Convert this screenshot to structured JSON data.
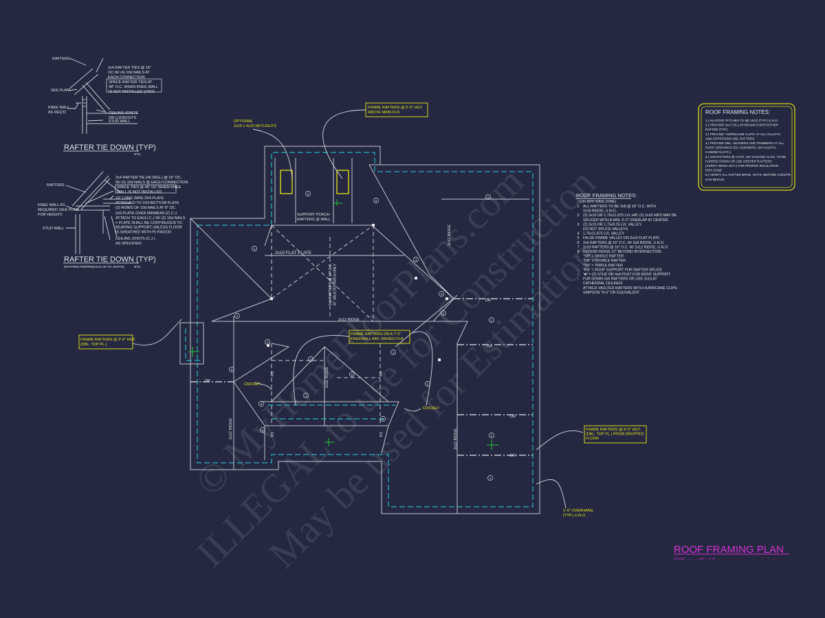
{
  "watermark": [
    "© MyHomeFloorPlans.com",
    "ILLEGAL to use for Construction",
    "May be used for Estimation"
  ],
  "detail_1": {
    "title": "RAFTER TIE DOWN (TYP)",
    "scale": "NTS.",
    "rafters": [
      "RAFTERS"
    ],
    "ties": [
      "2x4 RAFTER TIES @ 16\"",
      "OC W/ (4) 10d NAILS AT",
      "EACH CONNECTION"
    ],
    "boxed": [
      "SPACE RAFTER TIES AT",
      "48\" O.C. WHEN KNEE WALL",
      "IS NOT INSTALLED (UNO)"
    ],
    "see_plan": [
      "SEE PLAN"
    ],
    "knee_wall": [
      "KNEE WALL",
      "AS REQ'D"
    ],
    "ceiling": [
      "CEILING JOISTS",
      "OR LOOKOUTS"
    ],
    "stud_wall": [
      "STUD WALL"
    ]
  },
  "detail_2": {
    "title": "RAFTER TIE DOWN (TYP)",
    "subtitle": "(RAFTERS PERPENDICULAR TO JOISTS)",
    "scale": "NTS.",
    "rafters": [
      "RAFTERS"
    ],
    "ties": [
      "2x4 RAFTER TIE (45 DEG.) @ 16\" OC.",
      "W/ (4) 10d NAILS @ EACH CONNECTION"
    ],
    "boxed": [
      "SPACE TIES @ 48\" OC WHEN KNEE",
      "WALL IS NOT INSTALLED."
    ],
    "plate": [
      "16\" LONG (MIN) 2X4 PLATE",
      "ATTACHED TO 2X4 BOTTOM PLATE",
      "(2) ROWS OF 10d NAILS AT 8\" OC."
    ],
    "plate2": [
      "2x6 PLATE OVER MINIMUM (2) C.J.",
      "ATTACH TO EACH C.J W/ (2) 16d NAILS",
      "= PLATE SHALL BE CONTINUOUS TO",
      "BEARING SUPPORT UNLESS FLOOR",
      "IS SHEATHED WITH PLYWOOD."
    ],
    "ceiling": [
      "CEILING JOISTS (C.J.)",
      "AS SPECIFIED"
    ],
    "knee_wall": [
      "KNEE WALL AS",
      "REQUIRED (SEE PLAN",
      "FOR HEIGHT)"
    ],
    "stud_wall": [
      "STUD WALL"
    ]
  },
  "notes_box": {
    "title": "ROOF FRAMING NOTES:",
    "lines": [
      "1.) ALLROOF PITCHES TO BE 10/12 (TYP.) U.N.O.",
      "2.) PROVIDE 2x4 COLLAR BEAMS EVERYOTHER",
      "     RAFTER (TYP.)",
      "3.) PROVIDE 'HURRICANE CLIPS' AT ALL VALLEYS",
      "     AND OPPPOSING DBL RAFTERS",
      "4.) PROVIDE DBL. HEADERS AND TRIMMERS AT ALL",
      "     ROOF OPENINGS (EX: DORMERS, SKYLIGHTS,",
      "     CHIMNEYS,ETC.)",
      "5.) 2x8 RAFTERS @ CATH. OR VAULTED CLGS. TO BE",
      "     FURRED DOWN OR USE DEEPER RAFTERS",
      "     (VERIFY BRNG.HGT.) FOR PROPER INSULATION",
      "     PER CODE",
      "6.) VERIFY ALL RAFTER BRNG. HGTS. BEFORE CONSTR.",
      "     HAS BEGUN"
    ]
  },
  "notes_list": {
    "title": "ROOF FRAMING NOTES:",
    "zone": "(100 MPH WIND ZONE)",
    "items": [
      {
        "marker": "1",
        "lines": [
          "ALL RAFTERS TO BE 2x8 @ 16\" O.C. WITH",
          "2x10 RIDGE, U.N.O."
        ]
      },
      {
        "marker": "2",
        "lines": [
          "(2) 2x10 OR 1.75x11.875 LVL HIP, (2) 2x10 HIPS MAY BE",
          "SPLICED WITH A MIN. 6'-0\" OVERLAP AT CENTER"
        ]
      },
      {
        "marker": "3",
        "lines": [
          "(2) 2x10 OR 1.75x9.25 LVL VALLEY.",
          "DO NOT SPLICE VALLEYS"
        ]
      },
      {
        "marker": "4",
        "lines": [
          "1.75x11.875 LVL VALLEY"
        ]
      },
      {
        "marker": "5",
        "lines": [
          "FALSE FRAME VALLEY ON 2x10 FLAT PLATE"
        ]
      },
      {
        "marker": "6",
        "lines": [
          "2x6 RAFTERS @ 16\" O.C. W/ 2x8 RIDGE, U.N.O."
        ]
      },
      {
        "marker": "7",
        "lines": [
          "2x10 RAFTERS @ 16\" O.C. W/ 2x12 RIDGE, U.N.O."
        ]
      },
      {
        "marker": "8",
        "lines": [
          "EXTEND RIDGE 12\" BEYOND INTERSECTION"
        ]
      },
      {
        "marker": "-",
        "lines": [
          "\"SR\" = SINGLE RAFTER"
        ]
      },
      {
        "marker": "-",
        "lines": [
          "\"DR\" = DOUBLE RAFTER"
        ]
      },
      {
        "marker": "-",
        "lines": [
          "\"TR\" = TRIPLE RAFTER"
        ]
      },
      {
        "marker": "-",
        "lines": [
          "\"RS\" = ROOF SUPPORT FOR RAFTER SPLICE"
        ]
      },
      {
        "marker": "-",
        "lines": [
          "\"■\" = (2) STUD OR 4x4 POST FOR ROOF SUPPORT"
        ]
      },
      {
        "marker": "-",
        "lines": [
          "FUR DOWN 2x8 RAFTERS OR USE 2x10 AT",
          "CATHEDRAL CEILINGS"
        ]
      },
      {
        "marker": "-",
        "lines": [
          "ATTACH VAULTED RAFTERS WITH HURRICANE CLIPS:",
          "SIMPSON \"H-5\" OR EQUIVALENT"
        ]
      }
    ]
  },
  "callouts": {
    "skylights": [
      "OPTIONAL",
      "2x10 x 4x10 SKYLIGHTS"
    ],
    "main_flr": [
      "FRAME RAFTERS @ 5'-0\" HGT.",
      "ABOVE MAIN FLR."
    ],
    "dbl_top": [
      "FRAME RAFTERS @ 9'-0\" HGT.",
      "(DBL. TOP PL.)"
    ],
    "kneewall": [
      "FRAME RAFTERS ON A 7'-0\"",
      "KNEEWALL ABV. RAISED FLR."
    ],
    "dropped": [
      "FRAME RAFTERS @ 8'-0\" HGT.",
      "(DBL. TOP PL.) FROM DROPPED",
      "FLOOR"
    ],
    "overhang": [
      "1'-0\" OVERHANG",
      "(TYP.) U.N.O."
    ],
    "cricket_left": "CRICKET",
    "cricket_right": "CRICKET"
  },
  "plan_labels": {
    "support_porch": [
      "SUPPORT PORCH",
      "RAFTERS @ WALL"
    ],
    "flat_plate": "2x10 FLAT PLATE",
    "ridge_center": "2x12 RIDGE",
    "ridge_right_upper": "2x12 RIDGE",
    "ridge_left": "2x12 RIDGE",
    "ridge_mid": "2x12 RIDGE",
    "ridge_right_lower": "2x12 RIDGE",
    "vaulted": [
      "2x6 RAFTERS @ 12\" O.C.",
      "AT VAULTED AREA ONLY"
    ],
    "dr": "DR",
    "rs": "RS",
    "markers": [
      "1",
      "2",
      "3",
      "4",
      "5",
      "6",
      "7",
      "8"
    ]
  },
  "title": {
    "text": "ROOF FRAMING PLAN",
    "scale": "SCALE: ..............1/4\" = 1'-0\""
  }
}
